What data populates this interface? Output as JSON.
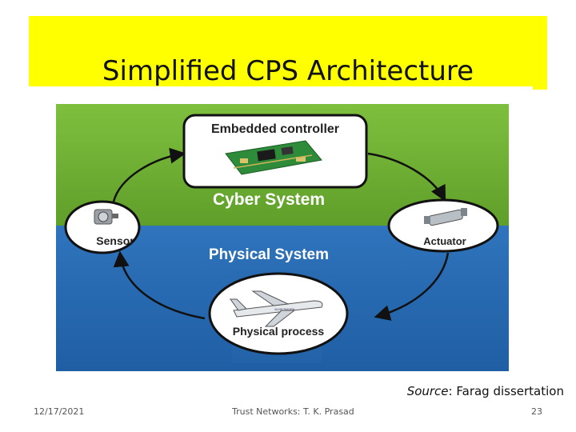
{
  "slide": {
    "title": "Simplified CPS Architecture",
    "source_label": "Source",
    "source_sep": ": ",
    "source_text": "Farag dissertation"
  },
  "diagram": {
    "embedded_controller": "Embedded controller",
    "cyber_system": "Cyber System",
    "physical_system": "Physical System",
    "sensor": "Sensor",
    "actuator": "Actuator",
    "physical_process": "Physical process",
    "aircraft_label": "W-NETWORK",
    "colors": {
      "cyber_band": "#7bbb3d",
      "physical_band": "#2f74bd",
      "highlight": "#ffff00"
    }
  },
  "footer": {
    "date": "12/17/2021",
    "center": "Trust Networks: T. K. Prasad",
    "page": "23"
  }
}
